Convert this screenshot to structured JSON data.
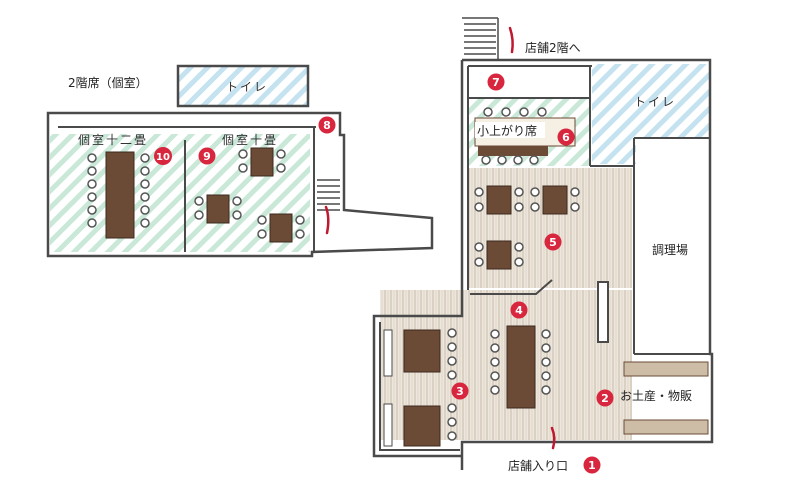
{
  "labels": {
    "floor2_title": "2階席（個室）",
    "store_2f": "店舗2階へ",
    "toilet": "トイレ",
    "room12": "個室十二畳",
    "room10": "個室十畳",
    "koagari": "小上がり席",
    "kitchen": "調理場",
    "souvenir": "お土産・物販",
    "entrance": "店舗入り口"
  },
  "markers": [
    "1",
    "2",
    "3",
    "4",
    "5",
    "6",
    "7",
    "8",
    "9",
    "10"
  ],
  "colors": {
    "wall": "#4a4a4a",
    "hatch_green": "#bfe3d1",
    "hatch_blue": "#bcdcec",
    "floor_wood": "#d8cfc2",
    "table": "#6b4a36",
    "marker": "#d7263d",
    "arrow": "#c0182e"
  }
}
